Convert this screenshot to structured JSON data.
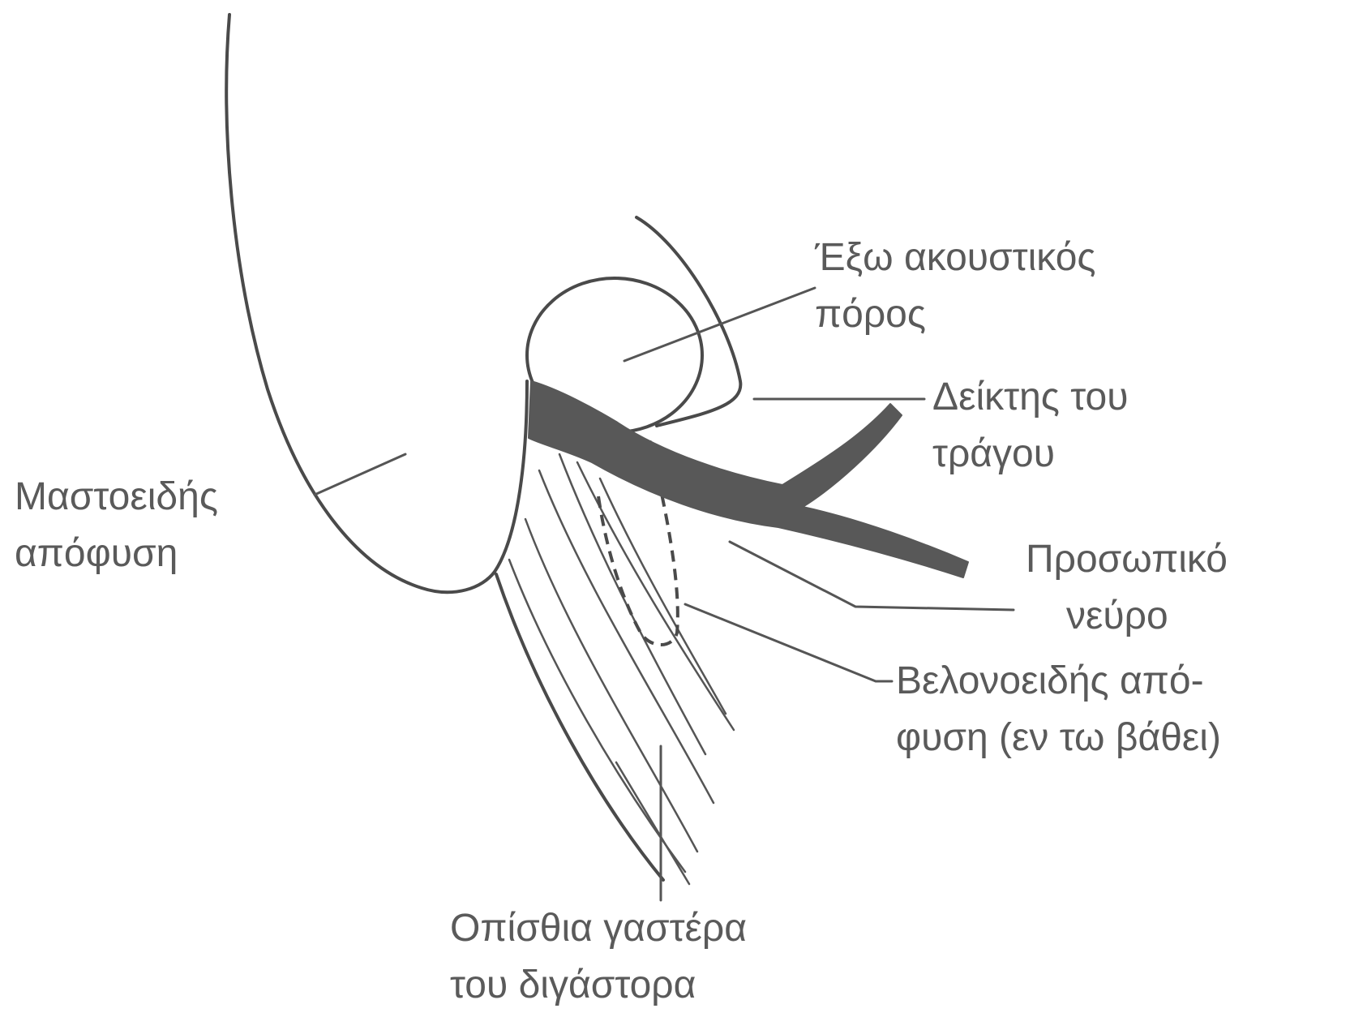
{
  "labels": {
    "external_auditory_canal": [
      "Έξω ακουστικός",
      "πόρος"
    ],
    "tragal_pointer": [
      "Δείκτης του",
      "τράγου"
    ],
    "mastoid_process": [
      "Μαστοειδής",
      "απόφυση"
    ],
    "facial_nerve": [
      "Προσωπικό",
      "νεύρο"
    ],
    "styloid_process": [
      "Βελονοειδής από-",
      "φυση (εν τω βάθει)"
    ],
    "digastric_posterior_belly": [
      "Οπίσθια γαστέρα",
      "του διγάστορα"
    ]
  }
}
